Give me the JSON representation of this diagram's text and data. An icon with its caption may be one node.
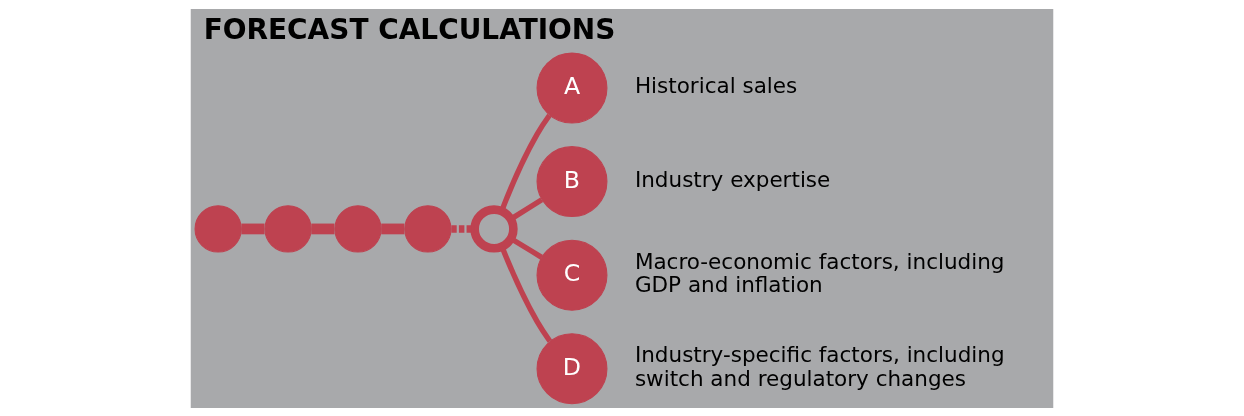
{
  "diagram": {
    "title": "FORECAST CALCULATIONS",
    "nodes": [
      {
        "text": [],
        "shape": "circle"
      },
      {
        "text": [],
        "shape": "circle"
      },
      {
        "text": [],
        "shape": "circle"
      },
      {
        "text": [],
        "shape": "circle"
      },
      {
        "text": [],
        "shape": "circle"
      },
      {
        "text": [
          "A"
        ],
        "beside": [
          "Historical sales"
        ]
      },
      {
        "text": [
          "B"
        ],
        "beside": [
          "Industry expertise"
        ]
      },
      {
        "text": [
          "C"
        ],
        "beside": [
          "Macro-economic factors, including GDP and inflation"
        ]
      },
      {
        "text": [
          "D"
        ],
        "beside": [
          "Industry-specific factors, including switch and regulatory changes"
        ]
      }
    ],
    "edges": [
      {
        "from": 0,
        "to": 1,
        "arrow": "none",
        "style": "thick"
      },
      {
        "from": 1,
        "to": 2,
        "arrow": "none",
        "style": "thick"
      },
      {
        "from": 2,
        "to": 3,
        "arrow": "none",
        "style": "thick"
      },
      {
        "from": 3,
        "to": 4,
        "arrow": "none",
        "style": "dashed"
      },
      {
        "from": 4,
        "to": 5,
        "arrow": "none"
      },
      {
        "from": 4,
        "to": 6,
        "arrow": "none"
      },
      {
        "from": 4,
        "to": 7,
        "arrow": "none"
      },
      {
        "from": 4,
        "to": 8,
        "arrow": "none"
      }
    ]
  }
}
